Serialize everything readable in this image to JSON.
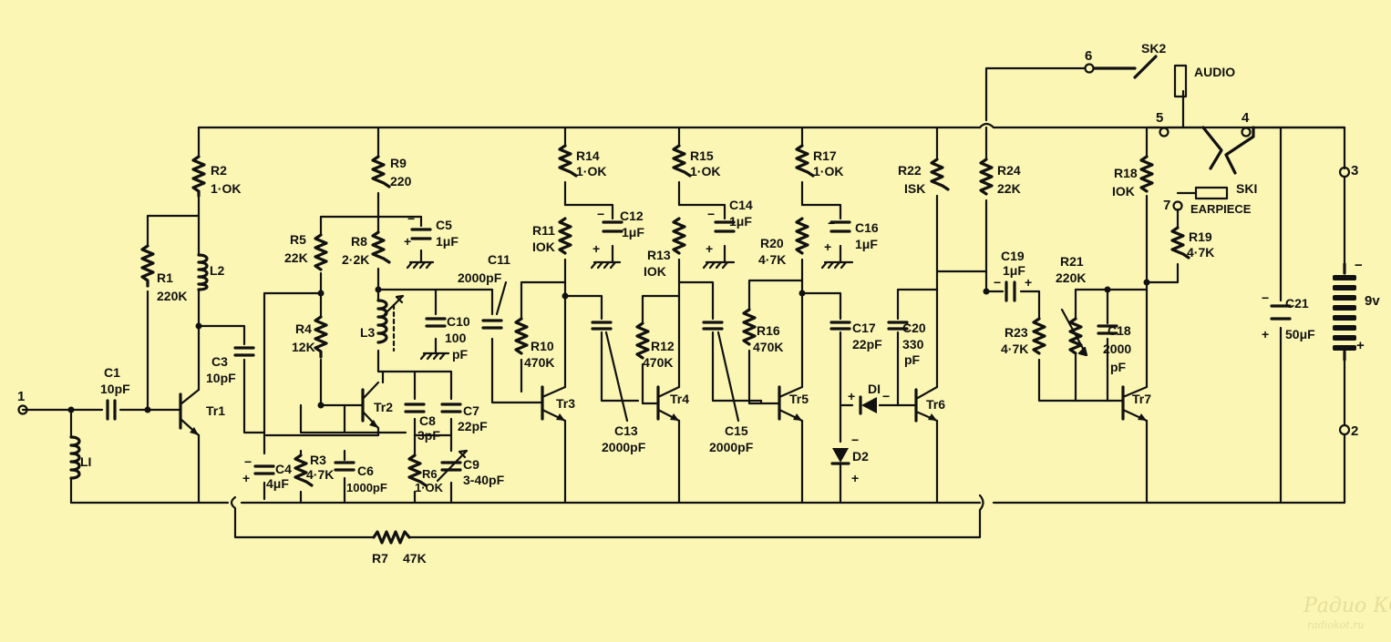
{
  "terminals": {
    "t1": "1",
    "t2": "2",
    "t3": "3",
    "t4": "4",
    "t5": "5",
    "t6": "6",
    "t7": "7"
  },
  "sockets": {
    "sk1": "SKI",
    "sk1_desc": "EARPIECE",
    "sk2": "SK2",
    "sk2_desc": "AUDIO"
  },
  "battery": {
    "voltage": "9v",
    "minus": "−",
    "plus": "+"
  },
  "transistors": [
    "Tr1",
    "Tr2",
    "Tr3",
    "Tr4",
    "Tr5",
    "Tr6",
    "Tr7"
  ],
  "inductors": {
    "l1": "LI",
    "l2": "L2",
    "l3": "L3"
  },
  "diodes": {
    "d1": "DI",
    "d2": "D2"
  },
  "resistors": {
    "r1": {
      "name": "R1",
      "value": "220K"
    },
    "r2": {
      "name": "R2",
      "value": "1·OK"
    },
    "r3": {
      "name": "R3",
      "value": "4·7K"
    },
    "r4": {
      "name": "R4",
      "value": "12K"
    },
    "r5": {
      "name": "R5",
      "value": "22K"
    },
    "r6": {
      "name": "R6",
      "value": "1·OK"
    },
    "r7": {
      "name": "R7",
      "value": "47K"
    },
    "r8": {
      "name": "R8",
      "value": "2·2K"
    },
    "r9": {
      "name": "R9",
      "value": "220"
    },
    "r10": {
      "name": "R10",
      "value": "470K"
    },
    "r11": {
      "name": "R11",
      "value": "IOK"
    },
    "r12": {
      "name": "R12",
      "value": "470K"
    },
    "r13": {
      "name": "R13",
      "value": "IOK"
    },
    "r14": {
      "name": "R14",
      "value": "1·OK"
    },
    "r15": {
      "name": "R15",
      "value": "1·OK"
    },
    "r16": {
      "name": "R16",
      "value": "470K"
    },
    "r17": {
      "name": "R17",
      "value": "1·OK"
    },
    "r18": {
      "name": "R18",
      "value": "IOK"
    },
    "r19": {
      "name": "R19",
      "value": "4·7K"
    },
    "r20": {
      "name": "R20",
      "value": "4·7K"
    },
    "r21": {
      "name": "R21",
      "value": "220K"
    },
    "r22": {
      "name": "R22",
      "value": "ISK"
    },
    "r23": {
      "name": "R23",
      "value": "4·7K"
    },
    "r24": {
      "name": "R24",
      "value": "22K"
    }
  },
  "capacitors": {
    "c1": {
      "name": "C1",
      "value": "10pF"
    },
    "c3": {
      "name": "C3",
      "value": "10pF"
    },
    "c4": {
      "name": "C4",
      "value": "4μF"
    },
    "c5": {
      "name": "C5",
      "value": "1μF"
    },
    "c6": {
      "name": "C6",
      "value": "1000pF"
    },
    "c7": {
      "name": "C7",
      "value": "22pF"
    },
    "c8": {
      "name": "C8",
      "value": "3pF"
    },
    "c9": {
      "name": "C9",
      "value": "3-40pF"
    },
    "c10": {
      "name": "C10",
      "value": "100",
      "unit": "pF"
    },
    "c11": {
      "name": "C11",
      "value": "2000pF"
    },
    "c12": {
      "name": "C12",
      "value": "1μF"
    },
    "c13": {
      "name": "C13",
      "value": "2000pF"
    },
    "c14": {
      "name": "C14",
      "value": "1μF"
    },
    "c15": {
      "name": "C15",
      "value": "2000pF"
    },
    "c16": {
      "name": "C16",
      "value": "1μF"
    },
    "c17": {
      "name": "C17",
      "value": "22pF"
    },
    "c18": {
      "name": "C18",
      "value": "2000",
      "unit": "pF"
    },
    "c19": {
      "name": "C19",
      "value": "1μF"
    },
    "c20": {
      "name": "C20",
      "value": "330",
      "unit": "pF"
    },
    "c21": {
      "name": "C21",
      "value": "50μF"
    }
  },
  "polarity": {
    "plus": "+",
    "minus": "−"
  },
  "watermark": {
    "brand": "Радио КОТ",
    "url": "radiokot.ru"
  },
  "colors": {
    "background": "#fbf6b4",
    "ink": "#111111"
  }
}
